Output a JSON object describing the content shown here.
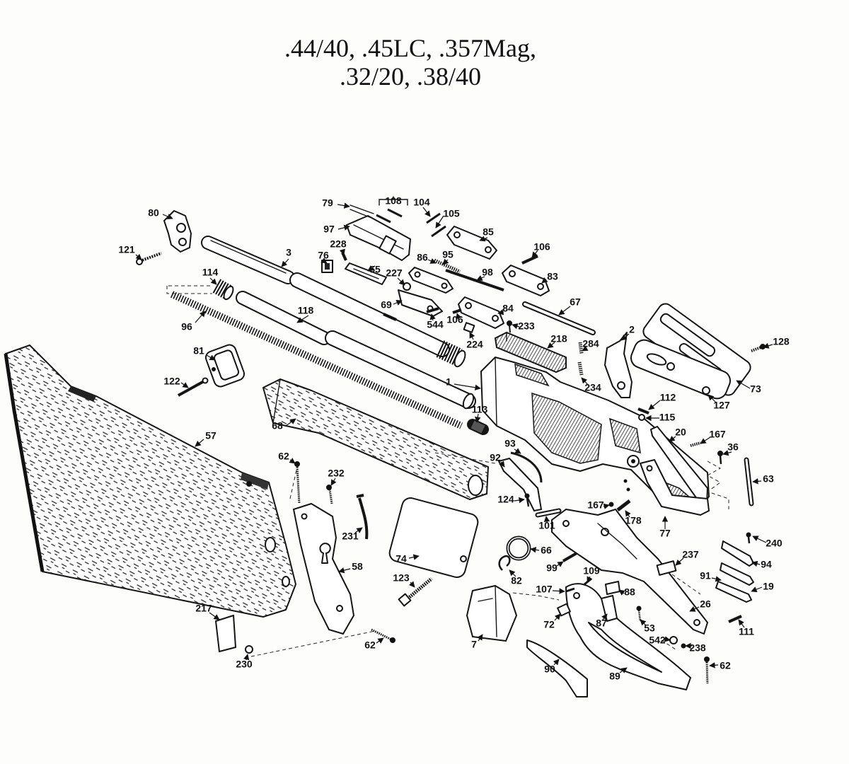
{
  "title": {
    "line1": ".44/40, .45LC, .357Mag,",
    "line2": ".32/20, .38/40"
  },
  "part_labels": [
    "80",
    "79",
    "108",
    "104",
    "105",
    "97",
    "85",
    "121",
    "3",
    "228",
    "76",
    "55",
    "86",
    "95",
    "106",
    "98",
    "83",
    "114",
    "227",
    "69",
    "84",
    "67",
    "96",
    "118",
    "544",
    "106",
    "233",
    "224",
    "218",
    "2",
    "284",
    "128",
    "81",
    "122",
    "1",
    "234",
    "73",
    "112",
    "127",
    "115",
    "113",
    "68",
    "57",
    "20",
    "167",
    "36",
    "93",
    "62",
    "92",
    "232",
    "63",
    "124",
    "167",
    "178",
    "101",
    "231",
    "77",
    "66",
    "240",
    "74",
    "237",
    "99",
    "94",
    "58",
    "109",
    "91",
    "82",
    "123",
    "19",
    "88",
    "107",
    "217",
    "26",
    "72",
    "87",
    "53",
    "111",
    "7",
    "62",
    "542",
    "238",
    "230",
    "90",
    "62",
    "89"
  ]
}
